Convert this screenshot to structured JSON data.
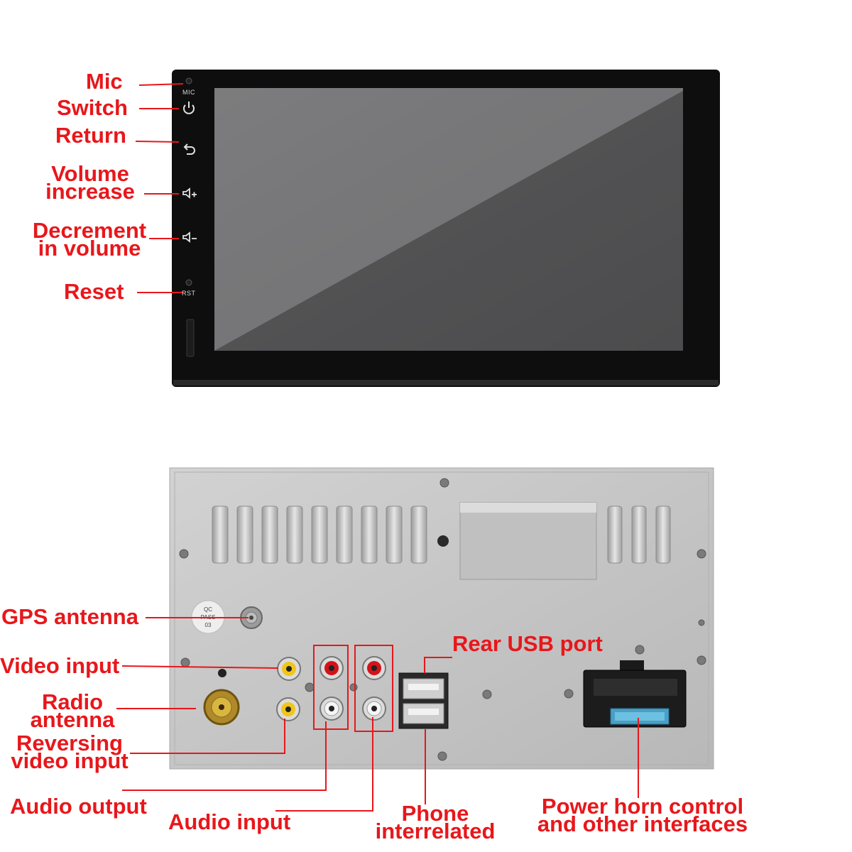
{
  "front": {
    "labels": {
      "mic": "Mic",
      "switch": "Switch",
      "return": "Return",
      "volume_increase": [
        "Volume",
        "increase"
      ],
      "decrement_volume": [
        "Decrement",
        "in volume"
      ],
      "reset": "Reset"
    },
    "bezel_text": {
      "mic": "MIC",
      "rst": "RST"
    }
  },
  "rear": {
    "labels": {
      "gps_antenna": "GPS antenna",
      "video_input": "Video input",
      "radio_antenna": [
        "Radio",
        "antenna"
      ],
      "reversing_video_input": [
        "Reversing",
        "video input"
      ],
      "audio_output": "Audio output",
      "audio_input": "Audio input",
      "rear_usb_port": "Rear USB port",
      "phone_interrelated": [
        "Phone",
        "interrelated"
      ],
      "power_horn": [
        "Power horn control",
        "and other interfaces"
      ]
    },
    "qc_sticker": [
      "QC",
      "PASS",
      "03"
    ]
  },
  "colors": {
    "label": "#e8171b",
    "bezel": "#0e0e0e",
    "screen": "#5c5c5e",
    "panel": "#c8c8c8",
    "fuse": "#4a9fc4"
  }
}
